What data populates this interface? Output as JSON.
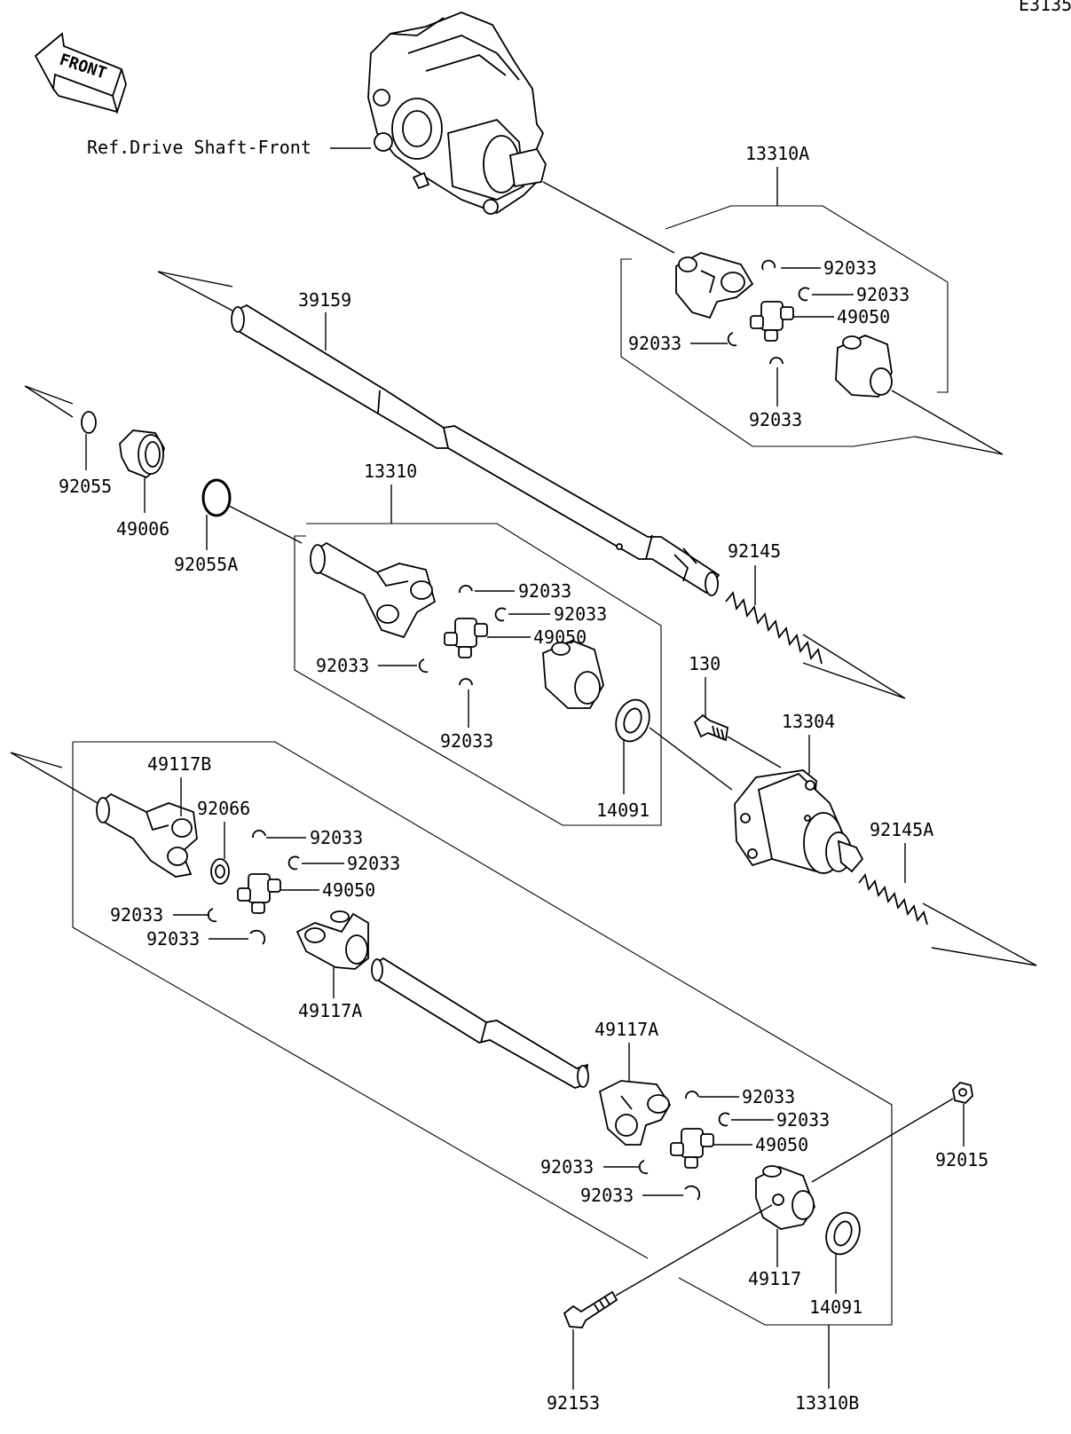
{
  "diagram_code": "E3135",
  "front_label": "FRONT",
  "ref_label": "Ref.Drive Shaft-Front",
  "groups": {
    "g13310A": "13310A",
    "g13310": "13310",
    "g13310B": "13310B"
  },
  "parts": {
    "p39159": "39159",
    "p92055": "92055",
    "p49006": "49006",
    "p92055A": "92055A",
    "p92145": "92145",
    "p92145A": "92145A",
    "p130": "130",
    "p13304": "13304",
    "p14091": "14091",
    "p49117B": "49117B",
    "p92066": "92066",
    "p49117A": "49117A",
    "p49117": "49117",
    "p92015": "92015",
    "p92153": "92153",
    "p92033": "92033",
    "p49050": "49050"
  }
}
